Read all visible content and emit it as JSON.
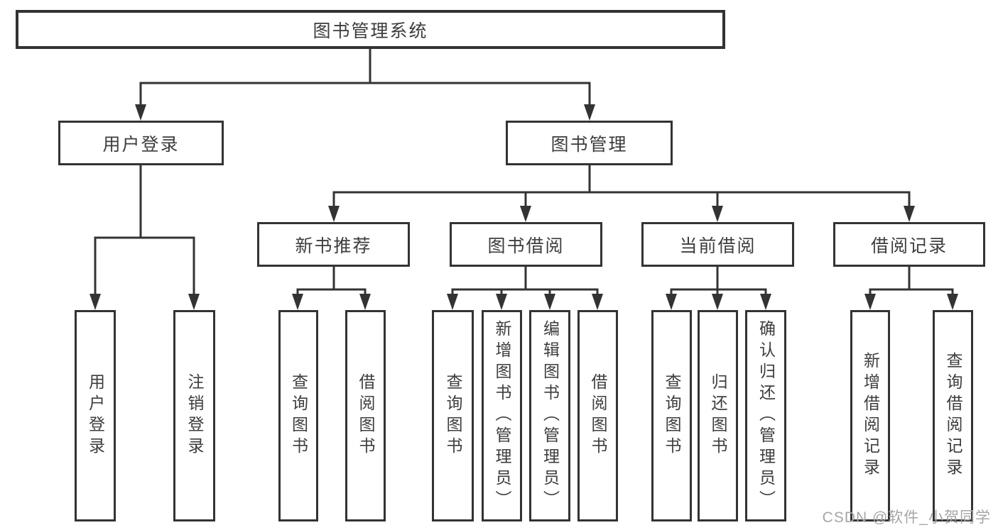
{
  "colors": {
    "line": "#333333",
    "box_border": "#333333",
    "text": "#3d3d3d",
    "watermark_text": "#a6a6a6",
    "background": "#ffffff"
  },
  "diagram": {
    "root": {
      "label": "图书管理系统"
    },
    "branches": [
      {
        "label": "用户登录",
        "children": [
          {
            "label": "用户登录"
          },
          {
            "label": "注销登录"
          }
        ]
      },
      {
        "label": "图书管理",
        "children": [
          {
            "label": "新书推荐",
            "children": [
              {
                "label": "查询图书"
              },
              {
                "label": "借阅图书"
              }
            ]
          },
          {
            "label": "图书借阅",
            "children": [
              {
                "label": "查询图书"
              },
              {
                "label": "新增图书（管理员）"
              },
              {
                "label": "编辑图书（管理员）"
              },
              {
                "label": "借阅图书"
              }
            ]
          },
          {
            "label": "当前借阅",
            "children": [
              {
                "label": "查询图书"
              },
              {
                "label": "归还图书"
              },
              {
                "label": "确认归还（管理员）"
              }
            ]
          },
          {
            "label": "借阅记录",
            "children": [
              {
                "label": "新增借阅记录"
              },
              {
                "label": "查询借阅记录"
              }
            ]
          }
        ]
      }
    ]
  },
  "watermark": {
    "text": "CSDN @软件_小贺同学"
  }
}
